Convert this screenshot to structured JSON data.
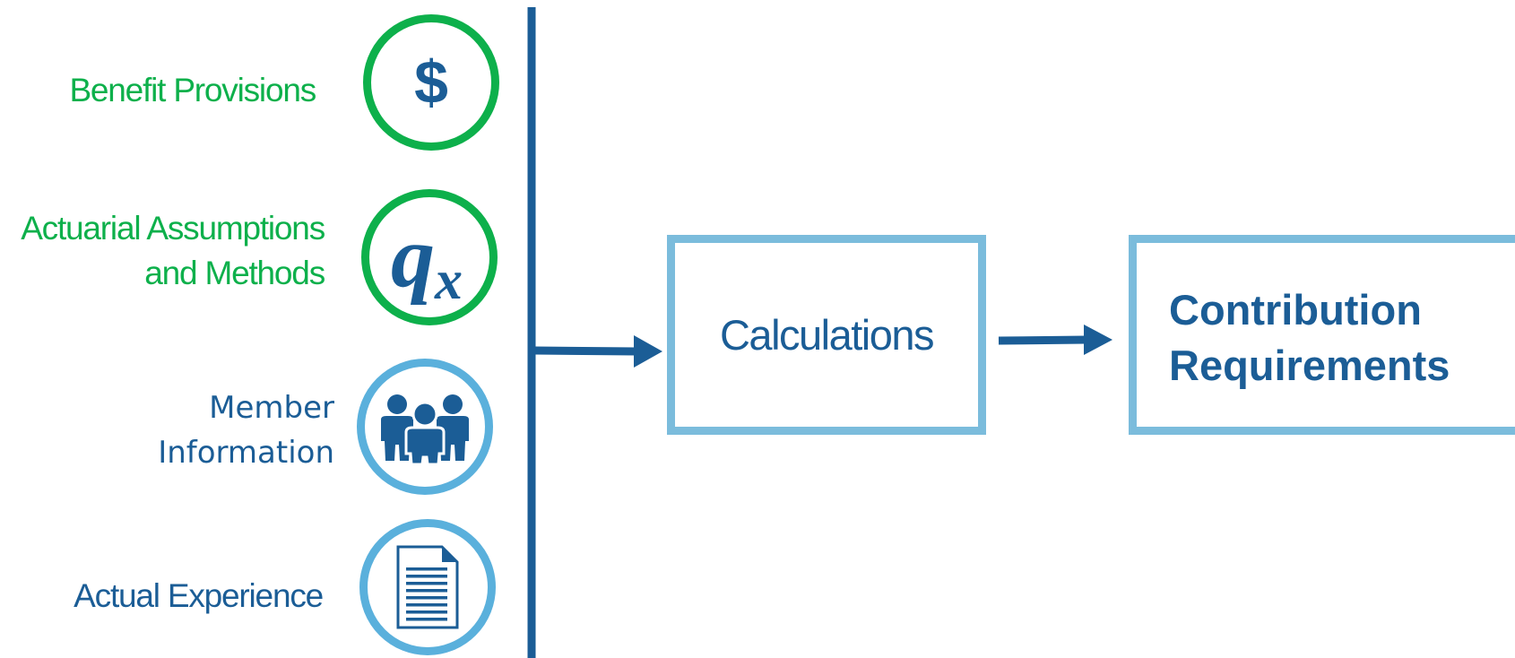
{
  "inputs": [
    {
      "lines": [
        "Benefit Provisions"
      ],
      "icon": "dollar-icon",
      "symbol": "$"
    },
    {
      "lines": [
        "Actuarial Assumptions",
        "and Methods"
      ],
      "icon": "qx-icon",
      "symbol_q": "q",
      "symbol_x": "x"
    },
    {
      "lines": [
        "Member",
        "Information"
      ],
      "icon": "people-icon"
    },
    {
      "lines": [
        "Actual Experience"
      ],
      "icon": "document-icon"
    }
  ],
  "process": {
    "label": "Calculations"
  },
  "output": {
    "lines": [
      "Contribution",
      "Requirements"
    ]
  },
  "colors": {
    "green": "#0db04b",
    "dark_blue": "#1b5d96",
    "light_blue": "#5ab0dc",
    "box_border": "#7bbcdc"
  }
}
